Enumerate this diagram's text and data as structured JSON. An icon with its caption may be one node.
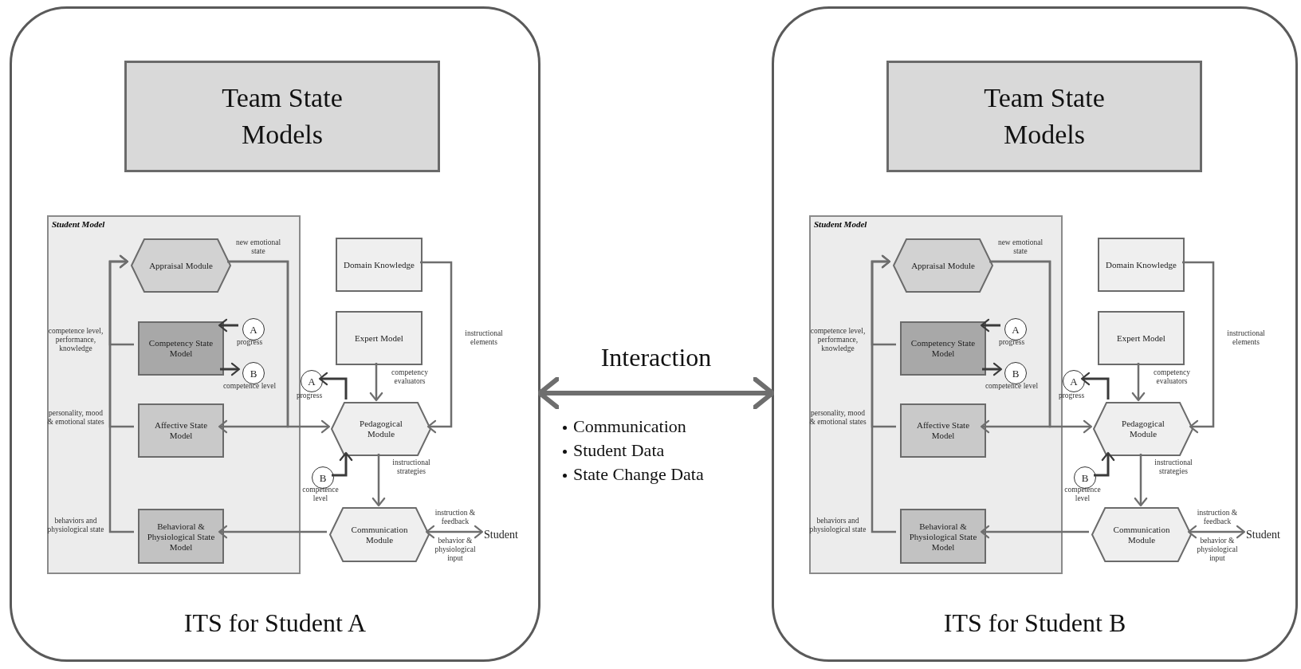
{
  "diagram": {
    "nodes": [
      {
        "text": [
          "ITS for Student A"
        ]
      },
      {
        "text": [
          "Team State Models"
        ],
        "in": 0
      },
      {
        "text": [
          "Student Model"
        ],
        "in": 0
      },
      {
        "text": [
          "Appraisal Module"
        ],
        "in": 2
      },
      {
        "text": [
          "Competency State Model"
        ],
        "in": 2
      },
      {
        "text": [
          "Affective State Model"
        ],
        "in": 2
      },
      {
        "text": [
          "Behavioral & Physiological State Model"
        ],
        "in": 2
      },
      {
        "text": [
          "A"
        ],
        "beside": [
          "progress"
        ],
        "in": 2
      },
      {
        "text": [
          "B"
        ],
        "beside": [
          "competence level"
        ],
        "in": 2
      },
      {
        "text": [
          "Domain Knowledge"
        ],
        "in": 0
      },
      {
        "text": [
          "Expert Model"
        ],
        "in": 0
      },
      {
        "text": [
          "A"
        ],
        "beside": [
          "progress"
        ],
        "in": 0
      },
      {
        "text": [
          "Pedagogical Module"
        ],
        "in": 0
      },
      {
        "text": [
          "B"
        ],
        "beside": [
          "competence level"
        ],
        "in": 0
      },
      {
        "text": [
          "Communication Module"
        ],
        "in": 0
      },
      {
        "text": [
          "Student"
        ],
        "in": 0
      },
      {
        "text": [
          "ITS for Student B"
        ]
      },
      {
        "text": [
          "Team State Models"
        ],
        "in": 16
      },
      {
        "text": [
          "Student Model"
        ],
        "in": 16
      },
      {
        "text": [
          "Appraisal Module"
        ],
        "in": 18
      },
      {
        "text": [
          "Competency State Model"
        ],
        "in": 18
      },
      {
        "text": [
          "Affective State Model"
        ],
        "in": 18
      },
      {
        "text": [
          "Behavioral & Physiological State Model"
        ],
        "in": 18
      },
      {
        "text": [
          "A"
        ],
        "beside": [
          "progress"
        ],
        "in": 18
      },
      {
        "text": [
          "B"
        ],
        "beside": [
          "competence level"
        ],
        "in": 18
      },
      {
        "text": [
          "Domain Knowledge"
        ],
        "in": 16
      },
      {
        "text": [
          "Expert Model"
        ],
        "in": 16
      },
      {
        "text": [
          "A"
        ],
        "beside": [
          "progress"
        ],
        "in": 16
      },
      {
        "text": [
          "Pedagogical Module"
        ],
        "in": 16
      },
      {
        "text": [
          "B"
        ],
        "beside": [
          "competence level"
        ],
        "in": 16
      },
      {
        "text": [
          "Communication Module"
        ],
        "in": 16
      },
      {
        "text": [
          "Student"
        ],
        "in": 16
      }
    ],
    "edges": [
      {
        "from": 4,
        "to": 3,
        "arrow": "to",
        "label": "competence level, performance, knowledge"
      },
      {
        "from": 5,
        "to": 3,
        "arrow": "to",
        "label": "personality, mood & emotional states"
      },
      {
        "from": 6,
        "to": 3,
        "arrow": "to",
        "label": "behaviors and physiological state"
      },
      {
        "from": 3,
        "to": 5,
        "arrow": "to",
        "label": "new emotional state"
      },
      {
        "from": 3,
        "to": 12,
        "arrow": "to"
      },
      {
        "from": 7,
        "to": 4,
        "arrow": "to",
        "color": "#3a3a3a"
      },
      {
        "from": 4,
        "to": 8,
        "arrow": "to",
        "color": "#3a3a3a"
      },
      {
        "from": 12,
        "to": 11,
        "arrow": "to",
        "color": "#3a3a3a"
      },
      {
        "from": 13,
        "to": 12,
        "arrow": "to",
        "color": "#3a3a3a"
      },
      {
        "from": 10,
        "to": 12,
        "arrow": "to",
        "label": "competency evaluators"
      },
      {
        "from": 9,
        "to": 12,
        "arrow": "to",
        "label": "instructional elements"
      },
      {
        "from": 12,
        "to": 14,
        "arrow": "to",
        "label": "instructional strategies"
      },
      {
        "from": 14,
        "to": 6,
        "arrow": "to"
      },
      {
        "from": 14,
        "to": 15,
        "arrow": "both",
        "label": "instruction & feedback"
      },
      {
        "from": 20,
        "to": 19,
        "arrow": "to",
        "label": "competence level, performance, knowledge"
      },
      {
        "from": 21,
        "to": 19,
        "arrow": "to",
        "label": "personality, mood & emotional states"
      },
      {
        "from": 22,
        "to": 19,
        "arrow": "to",
        "label": "behaviors and physiological state"
      },
      {
        "from": 19,
        "to": 21,
        "arrow": "to",
        "label": "new emotional state"
      },
      {
        "from": 19,
        "to": 28,
        "arrow": "to"
      },
      {
        "from": 23,
        "to": 20,
        "arrow": "to",
        "color": "#3a3a3a"
      },
      {
        "from": 20,
        "to": 24,
        "arrow": "to",
        "color": "#3a3a3a"
      },
      {
        "from": 28,
        "to": 27,
        "arrow": "to",
        "color": "#3a3a3a"
      },
      {
        "from": 29,
        "to": 28,
        "arrow": "to",
        "color": "#3a3a3a"
      },
      {
        "from": 26,
        "to": 28,
        "arrow": "to",
        "label": "competency evaluators"
      },
      {
        "from": 25,
        "to": 28,
        "arrow": "to",
        "label": "instructional elements"
      },
      {
        "from": 28,
        "to": 30,
        "arrow": "to",
        "label": "instructional strategies"
      },
      {
        "from": 30,
        "to": 22,
        "arrow": "to"
      },
      {
        "from": 30,
        "to": 31,
        "arrow": "both",
        "label": "instruction & feedback"
      },
      {
        "from": 0,
        "to": 16,
        "arrow": "both",
        "style": "thick",
        "label": "Interaction"
      }
    ],
    "labels": [
      "behavior & physiological input",
      "Communication",
      "Student Data",
      "State Change Data",
      "behavior & physiological input"
    ]
  }
}
